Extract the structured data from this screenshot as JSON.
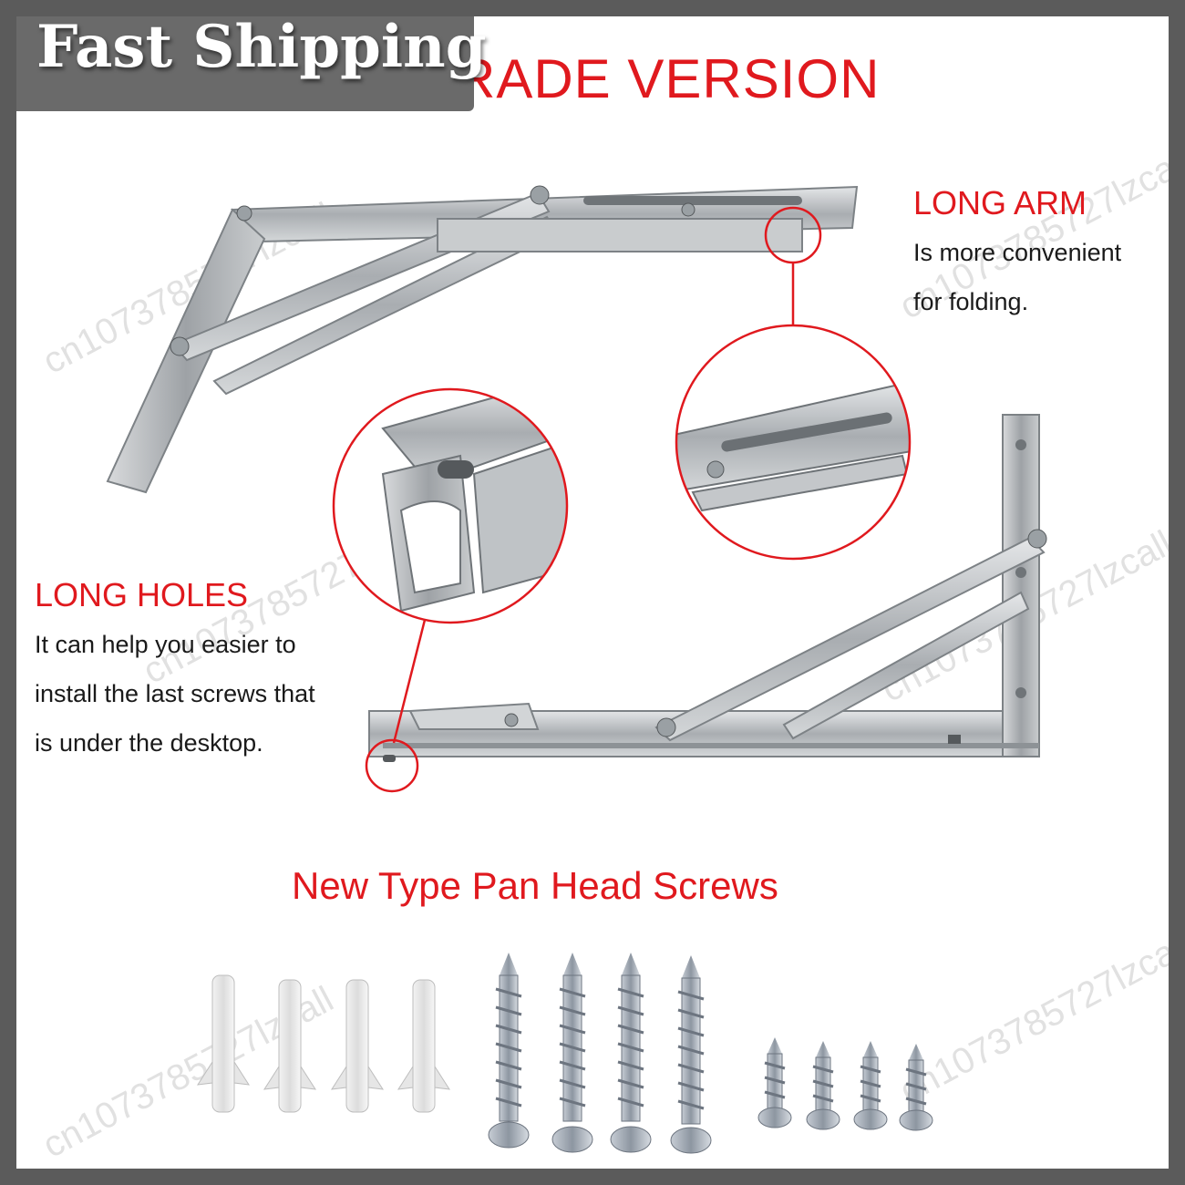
{
  "banner": {
    "text": "Fast Shipping"
  },
  "headline": {
    "text": "RADE VERSION"
  },
  "long_arm": {
    "title": "LONG ARM",
    "line1": "Is more convenient",
    "line2": "for folding."
  },
  "long_holes": {
    "title": "LONG HOLES",
    "line1": "It can help you easier to",
    "line2": "install the last screws that",
    "line3": "is under the desktop."
  },
  "screws": {
    "title": "New Type Pan Head Screws"
  },
  "watermark": {
    "text": "cn1073785727lzcall"
  },
  "colors": {
    "accent_red": "#e0191e",
    "frame": "#5b5b5b",
    "banner": "#6a6a6a",
    "steel": "#b9bcbf"
  },
  "counts": {
    "wall_anchors": 4,
    "long_screws": 4,
    "short_screws": 4
  }
}
